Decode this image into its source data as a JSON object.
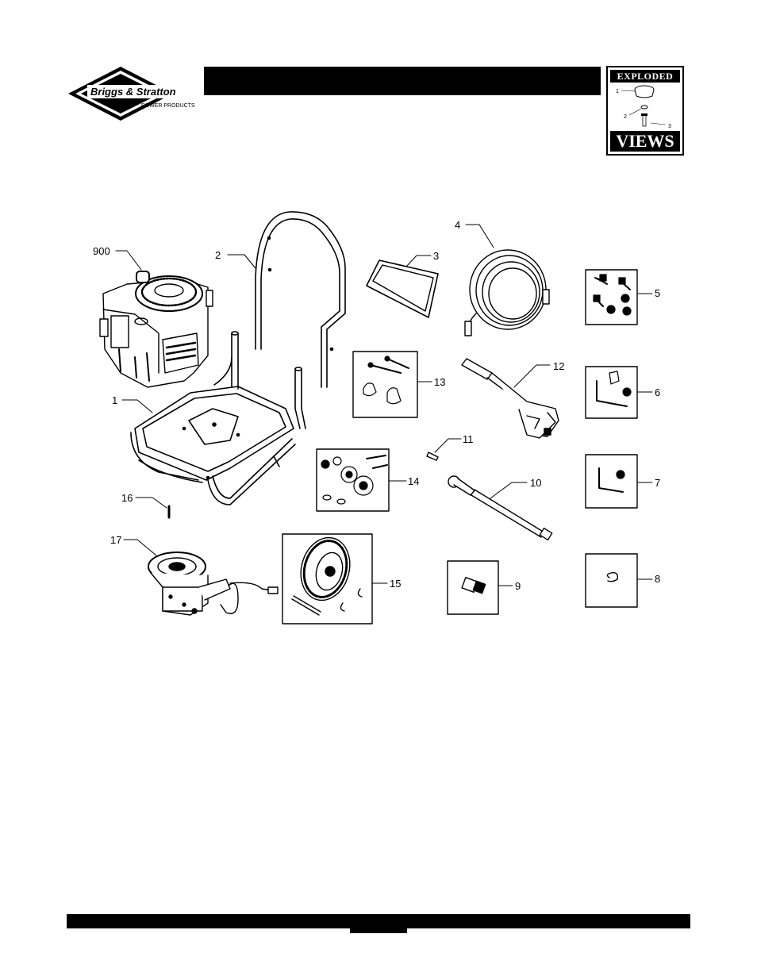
{
  "header": {
    "brand_name": "Briggs & Stratton",
    "brand_sub": "POWER PRODUCTS",
    "badge_top": "EXPLODED",
    "badge_bottom": "VIEWS",
    "badge_callouts": [
      "1",
      "2",
      "3"
    ]
  },
  "parts": [
    {
      "id": "900",
      "label": "900"
    },
    {
      "id": "1",
      "label": "1"
    },
    {
      "id": "2",
      "label": "2"
    },
    {
      "id": "3",
      "label": "3"
    },
    {
      "id": "4",
      "label": "4"
    },
    {
      "id": "5",
      "label": "5"
    },
    {
      "id": "6",
      "label": "6"
    },
    {
      "id": "7",
      "label": "7"
    },
    {
      "id": "8",
      "label": "8"
    },
    {
      "id": "9",
      "label": "9"
    },
    {
      "id": "10",
      "label": "10"
    },
    {
      "id": "11",
      "label": "11"
    },
    {
      "id": "12",
      "label": "12"
    },
    {
      "id": "13",
      "label": "13"
    },
    {
      "id": "14",
      "label": "14"
    },
    {
      "id": "15",
      "label": "15"
    },
    {
      "id": "16",
      "label": "16"
    },
    {
      "id": "17",
      "label": "17"
    }
  ]
}
